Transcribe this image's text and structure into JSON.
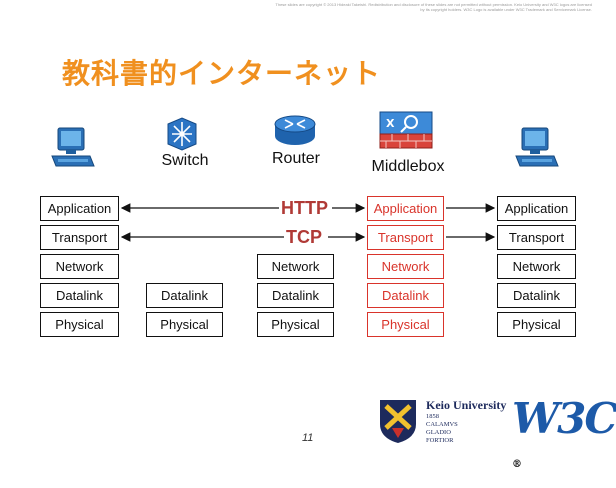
{
  "copyright": "These slides are copyright © 2013 Hideaki Takeishi. Redistribution and disclosure of these slides are not permitted without permission. Keio University and W3C logos are licensed by its copyright holders. W3C Logo is available under W3C Trademark and Servicemark License.",
  "title": "教科書的インターネット",
  "devices": {
    "switch_label": "Switch",
    "router_label": "Router",
    "middlebox_label": "Middlebox"
  },
  "stacks": {
    "host_left": [
      "Application",
      "Transport",
      "Network",
      "Datalink",
      "Physical"
    ],
    "switch": [
      "Datalink",
      "Physical"
    ],
    "router": [
      "Network",
      "Datalink",
      "Physical"
    ],
    "middlebox": [
      "Application",
      "Transport",
      "Network",
      "Datalink",
      "Physical"
    ],
    "host_right": [
      "Application",
      "Transport",
      "Network",
      "Datalink",
      "Physical"
    ]
  },
  "protocols": {
    "http": "HTTP",
    "tcp": "TCP"
  },
  "page_number": "11",
  "keio": {
    "name": "Keio University",
    "year": "1858",
    "motto1": "CALAMVS",
    "motto2": "GLADIO",
    "motto3": "FORTIOR"
  },
  "w3c": {
    "text": "W3C",
    "mark": "®"
  },
  "colors": {
    "title": "#f0901f",
    "middlebox_red": "#d9342b",
    "protocol": "#b03a36",
    "keio_navy": "#1d2a5c",
    "w3c_blue": "#1d5aa8"
  }
}
